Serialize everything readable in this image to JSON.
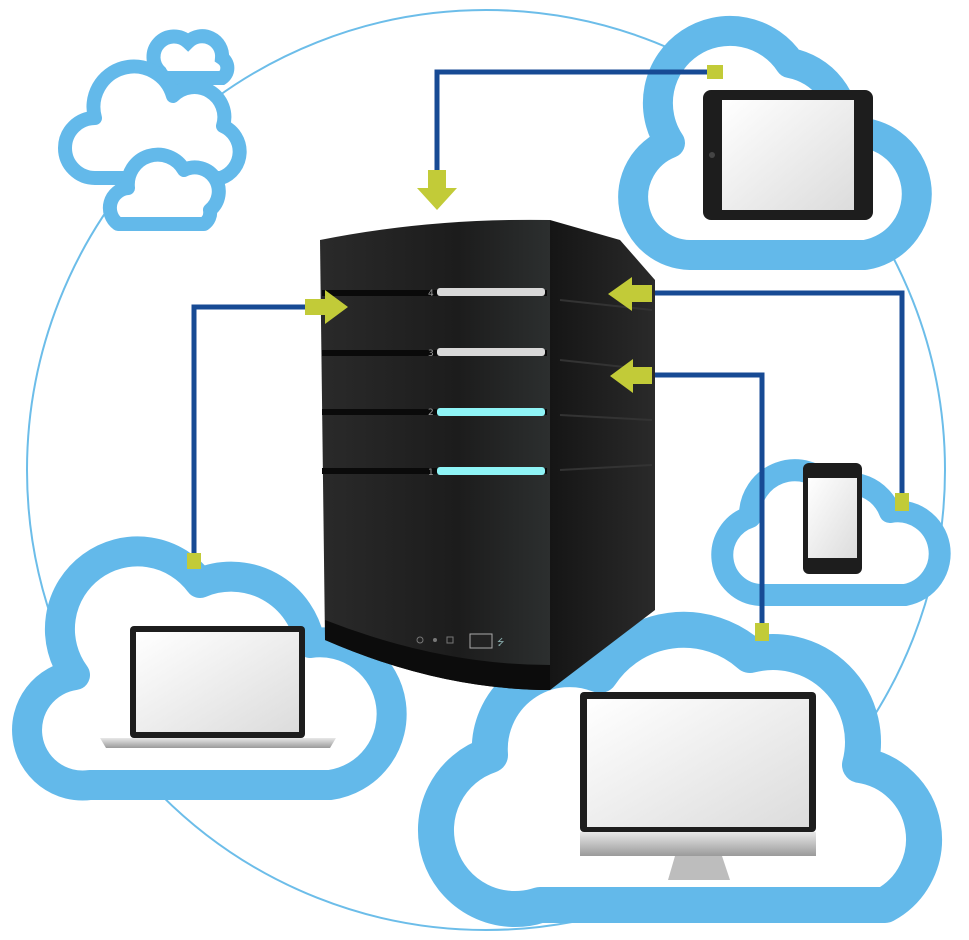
{
  "colors": {
    "cloud": "#63b9ea",
    "wire": "#174a94",
    "arrow": "#c2cb38",
    "ring": "#6cbde9",
    "server": "#1a1a1a",
    "led_active": "#8ff4f6",
    "led_idle": "#d8d8d8"
  },
  "server": {
    "bays": [
      {
        "label": "4",
        "state": "idle"
      },
      {
        "label": "3",
        "state": "idle"
      },
      {
        "label": "2",
        "state": "active"
      },
      {
        "label": "1",
        "state": "active"
      }
    ],
    "front_icons": [
      "power-icon",
      "network-icon",
      "disk-icon",
      "usb-port",
      "usb-icon"
    ]
  },
  "devices": [
    "tablet",
    "smartphone",
    "laptop",
    "desktop-monitor"
  ]
}
